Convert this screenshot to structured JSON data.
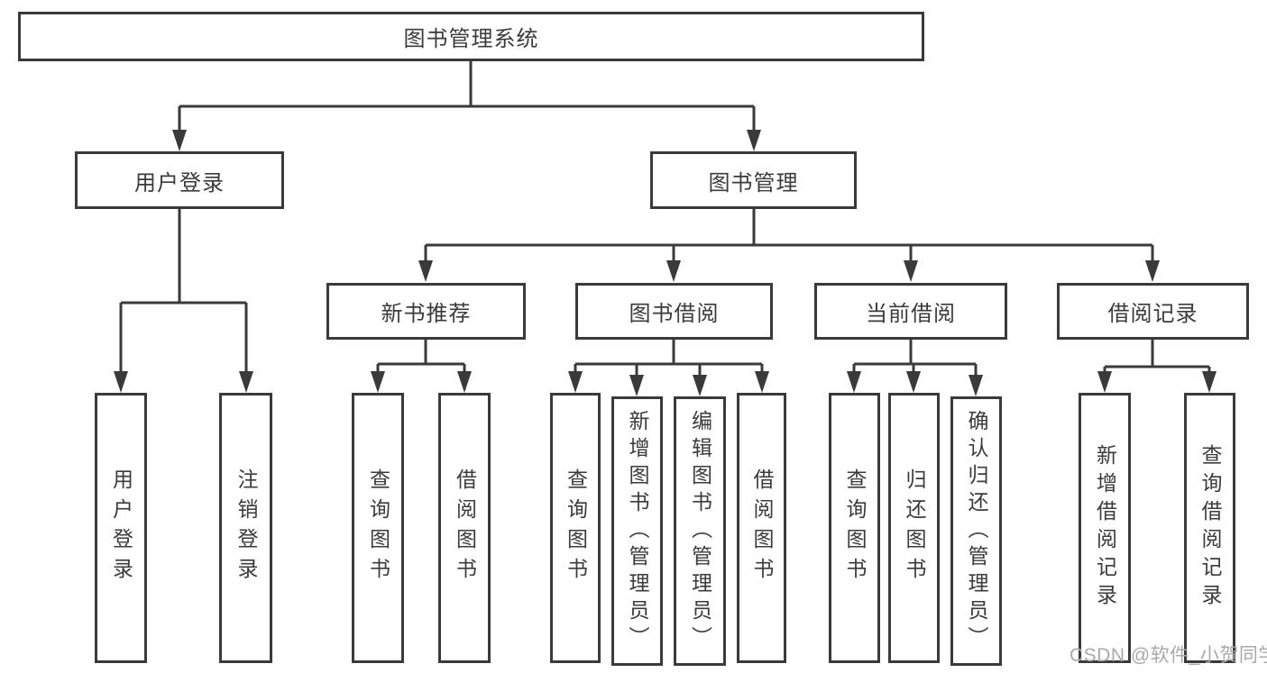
{
  "title": "图书管理系统",
  "watermark": "CSDN @软件_小贺同学",
  "tree": {
    "user_login": {
      "label": "用户登录",
      "children": [
        {
          "label": "用户登录"
        },
        {
          "label": "注销登录"
        }
      ]
    },
    "book_mgmt": {
      "label": "图书管理",
      "children": [
        {
          "label": "新书推荐",
          "children": [
            {
              "label": "查询图书"
            },
            {
              "label": "借阅图书"
            }
          ]
        },
        {
          "label": "图书借阅",
          "children": [
            {
              "label": "查询图书"
            },
            {
              "label": "新增图书（管理员）"
            },
            {
              "label": "编辑图书（管理员）"
            },
            {
              "label": "借阅图书"
            }
          ]
        },
        {
          "label": "当前借阅",
          "children": [
            {
              "label": "查询图书"
            },
            {
              "label": "归还图书"
            },
            {
              "label": "确认归还（管理员）"
            }
          ]
        },
        {
          "label": "借阅记录",
          "children": [
            {
              "label": "新增借阅记录"
            },
            {
              "label": "查询借阅记录"
            }
          ]
        }
      ]
    }
  },
  "colors": {
    "line": "#3a3a3a",
    "text": "#3b3b3b",
    "watermark": "#a9a9a9",
    "background": "#ffffff"
  }
}
